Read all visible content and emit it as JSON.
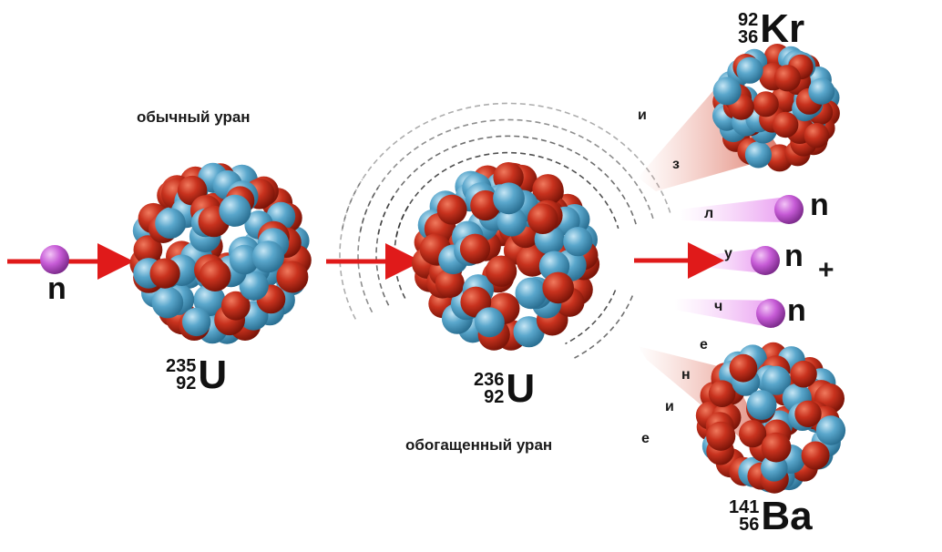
{
  "labels": {
    "ordinary_uranium": "обычный уран",
    "enriched_uranium": "обогащенный уран",
    "neutron": "n",
    "plus": "+"
  },
  "isotopes": {
    "u235": {
      "mass": "235",
      "atomic": "92",
      "symbol": "U"
    },
    "u236": {
      "mass": "236",
      "atomic": "92",
      "symbol": "U"
    },
    "kr92": {
      "mass": "92",
      "atomic": "36",
      "symbol": "Kr"
    },
    "ba141": {
      "mass": "141",
      "atomic": "56",
      "symbol": "Ba"
    }
  },
  "fission_letters": [
    "и",
    "з",
    "л",
    "у",
    "ч",
    "е",
    "н",
    "и",
    "е"
  ],
  "colors": {
    "proton": "#c8321e",
    "neutron_particle": "#5aa7cc",
    "free_neutron": "#c65bd6",
    "arrow": "#e01a1a"
  }
}
